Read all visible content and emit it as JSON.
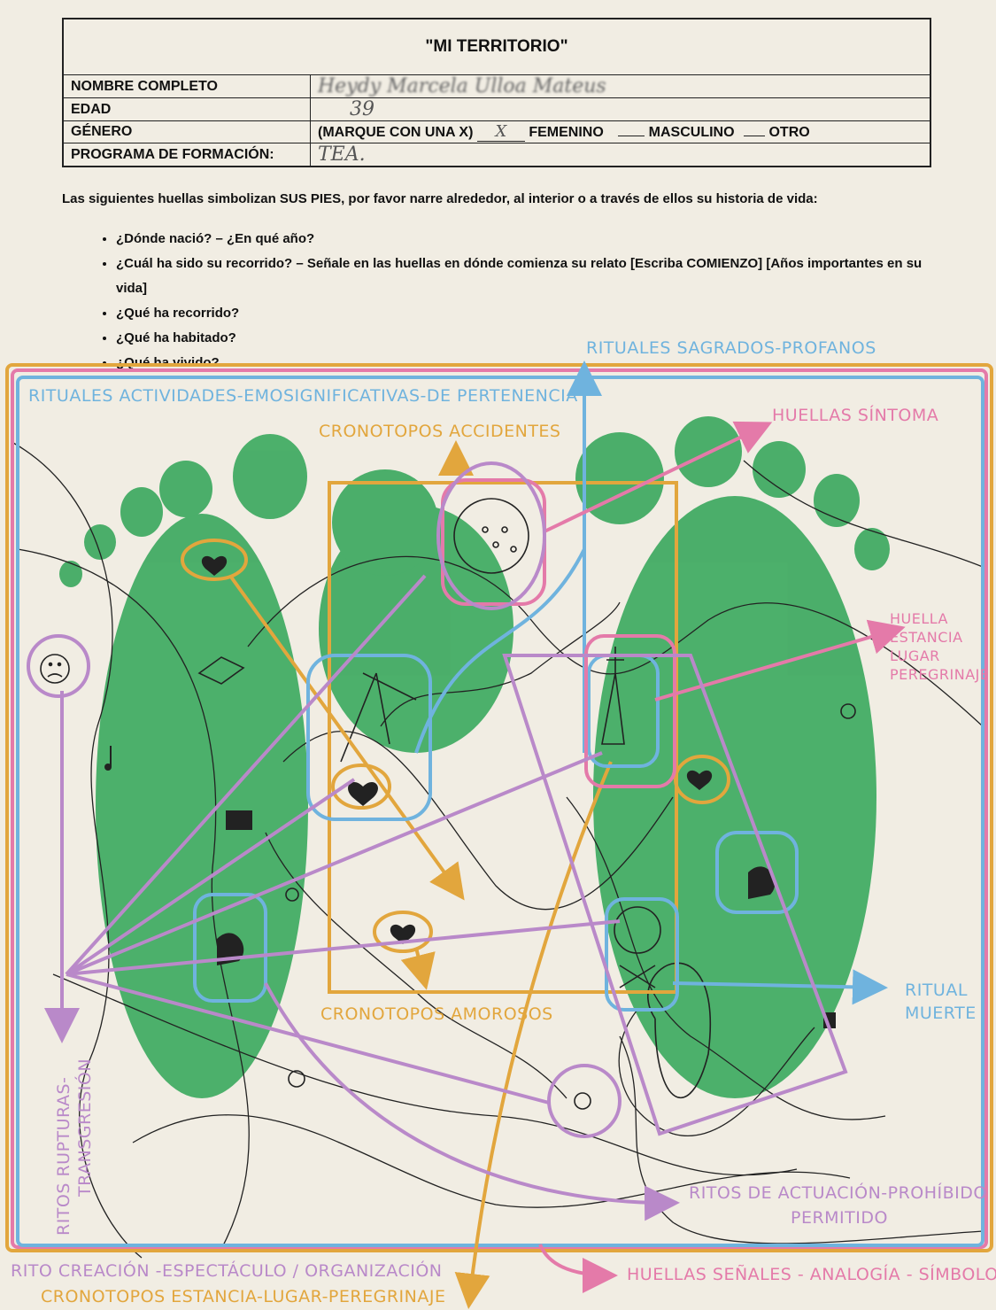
{
  "form": {
    "title": "\"MI TERRITORIO\"",
    "rows": [
      {
        "label": "NOMBRE COMPLETO",
        "value": "Heydy Marcela Ulloa Mateus"
      },
      {
        "label": "EDAD",
        "value": "39"
      },
      {
        "label": "GÉNERO",
        "value": ""
      },
      {
        "label": "PROGRAMA DE FORMACIÓN:",
        "value": "TEA."
      }
    ],
    "gender": {
      "instruction": "(MARQUE CON UNA X)",
      "mark": "X",
      "options": [
        "FEMENINO",
        "MASCULINO",
        "OTRO"
      ]
    }
  },
  "intro": "Las siguientes huellas simbolizan SUS PIES, por favor narre alrededor, al interior o a través de ellos su historia de vida:",
  "questions": [
    "¿Dónde nació? – ¿En qué año?",
    "¿Cuál ha sido su recorrido? – Señale en las huellas en dónde comienza su relato [Escriba COMIENZO] [Años importantes en su vida]",
    "¿Qué ha recorrido?",
    "¿Qué ha habitado?",
    "¿Qué ha vivido?"
  ],
  "labels": {
    "rituales_sagrados": "RITUALES SAGRADOS-PROFANOS",
    "rituales_actividades": "RITUALES ACTIVIDADES-EMOSIGNIFICATIVAS-DE PERTENENCIA",
    "huellas_sintoma": "HUELLAS SÍNTOMA",
    "cronotopos_accidentes": "CRONOTOPOS ACCIDENTES",
    "huella_estancia": [
      "HUELLA",
      "ESTANCIA",
      "LUGAR",
      "PEREGRINAJE"
    ],
    "ritual_muerte": [
      "RITUAL",
      "MUERTE"
    ],
    "cronotopos_amorosos": "CRONOTOPOS AMOROSOS",
    "ritos_rupturas": [
      "RITOS RUPTURAS-",
      "TRANSGRESIÓN"
    ],
    "ritos_actuacion": "RITOS DE ACTUACIÓN-PROHÍBIDO",
    "permitido": "PERMITIDO",
    "rito_creacion": "RITO CREACIÓN -ESPECTÁCULO / ORGANIZACIÓN",
    "huellas_senales": "HUELLAS SEÑALES - ANALOGÍA - SÍMBOLO",
    "cronotopos_estancia": "CRONOTOPOS ESTANCIA-LUGAR-PEREGRINAJE"
  },
  "colors": {
    "blue": "#6fb3de",
    "pink": "#e47aa9",
    "orange": "#e2a63d",
    "purple": "#b989c9",
    "footprint_green": "#2fa456"
  }
}
